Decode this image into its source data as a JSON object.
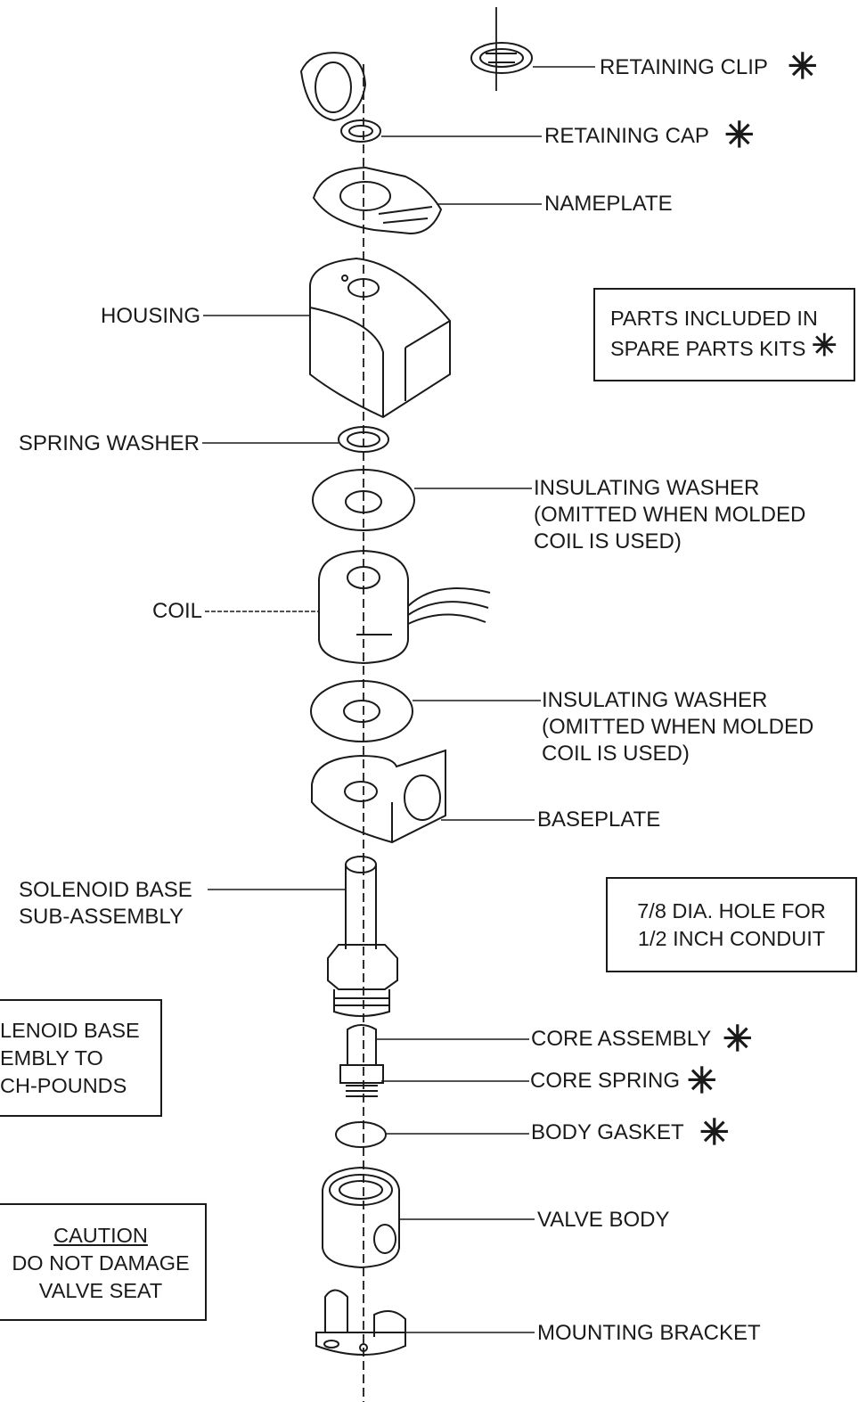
{
  "labels": {
    "retaining_clip": "RETAINING CLIP",
    "retaining_cap": "RETAINING CAP",
    "nameplate": "NAMEPLATE",
    "housing": "HOUSING",
    "spring_washer": "SPRING WASHER",
    "insulating_washer_1": [
      "INSULATING WASHER",
      "(OMITTED WHEN MOLDED",
      "COIL IS USED)"
    ],
    "coil": "COIL",
    "insulating_washer_2": [
      "INSULATING WASHER",
      "(OMITTED WHEN MOLDED",
      "COIL IS USED)"
    ],
    "baseplate": "BASEPLATE",
    "solenoid_base": [
      "SOLENOID BASE",
      "SUB-ASSEMBLY"
    ],
    "core_assembly": "CORE ASSEMBLY",
    "core_spring": "CORE SPRING",
    "body_gasket": "BODY GASKET",
    "valve_body": "VALVE BODY",
    "mounting_bracket": "MOUNTING BRACKET"
  },
  "notes": {
    "spare_parts": [
      "PARTS INCLUDED IN",
      "SPARE PARTS KITS"
    ],
    "conduit": [
      "7/8 DIA. HOLE FOR",
      "1/2 INCH CONDUIT"
    ],
    "torque": [
      "LENOID BASE",
      "EMBLY TO",
      "CH-POUNDS"
    ],
    "caution": [
      "CAUTION",
      "DO NOT DAMAGE",
      "VALVE SEAT"
    ]
  },
  "spare_part_marker": "✳",
  "colors": {
    "ink": "#1a1a1a",
    "background": "#ffffff"
  },
  "icons": [
    "asterisk-icon"
  ]
}
